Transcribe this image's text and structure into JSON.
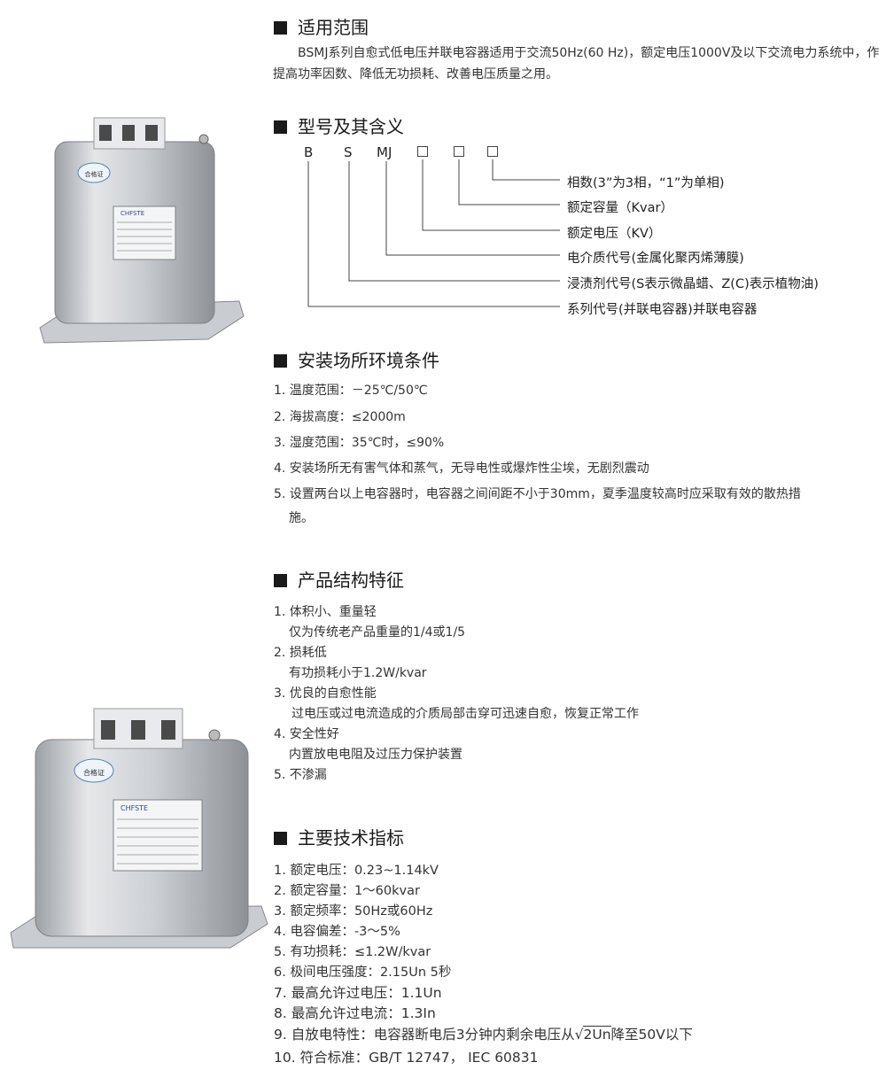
{
  "sections": {
    "scope": {
      "title": "适用范围",
      "text": "BSMJ系列自愈式低电压并联电容器适用于交流50Hz(60 Hz)，额定电压1000V及以下交流电力系统中，作提高功率因数、降低无功损耗、改善电压质量之用。"
    },
    "model": {
      "title": "型号及其含义",
      "letters": [
        "B",
        "S",
        "MJ"
      ],
      "descriptions": [
        "相数(3”为3相，“1”为单相)",
        "额定容量（Kvar）",
        "额定电压（KV）",
        "电介质代号(金属化聚丙烯薄膜)",
        "浸渍剂代号(S表示微晶蜡、Z(C)表示植物油)",
        "系列代号(并联电容器)并联电容器"
      ]
    },
    "environment": {
      "title": "安装场所环境条件",
      "items": [
        "1. 温度范围：－25℃/50℃",
        "2. 海拔高度：≤2000m",
        "3. 湿度范围：35℃时，≤90%",
        "4. 安装场所无有害气体和蒸气，无导电性或爆炸性尘埃，无剧烈震动",
        "5. 设置两台以上电容器时，电容器之间间距不小于30mm，夏季温度较高时应采取有效的散热措",
        "施。"
      ]
    },
    "structure": {
      "title": "产品结构特征",
      "items": [
        "1. 体积小、重量轻",
        "仅为传统老产品重量的1/4或1/5",
        "2. 损耗低",
        "有功损耗小于1.2W/kvar",
        "3. 优良的自愈性能",
        "过电压或过电流造成的介质局部击穿可迅速自愈，恢复正常工作",
        "4. 安全性好",
        "内置放电电阻及过压力保护装置",
        "5. 不渗漏"
      ]
    },
    "specs": {
      "title": "主要技术指标",
      "items": [
        "1. 额定电压：0.23~1.14kV",
        "2. 额定容量：1～60kvar",
        "3. 额定频率：50Hz或60Hz",
        "4. 电容偏差：-3～5%",
        "5. 有功损耗：≤1.2W/kvar",
        "6. 极间电压强度：2.15Un  5秒",
        "7. 最高允许过电压：1.1Un",
        "8. 最高允许过电流：1.3In"
      ],
      "item9_prefix": "9. 自放电特性：电容器断电后3分钟内剩余电压从",
      "item9_root": "2Un",
      "item9_suffix": "降至50V以下",
      "item10": "10. 符合标准：GB/T 12747，  IEC 60831"
    }
  },
  "product": {
    "brand": "CHFSTE",
    "cert": "合格证"
  }
}
